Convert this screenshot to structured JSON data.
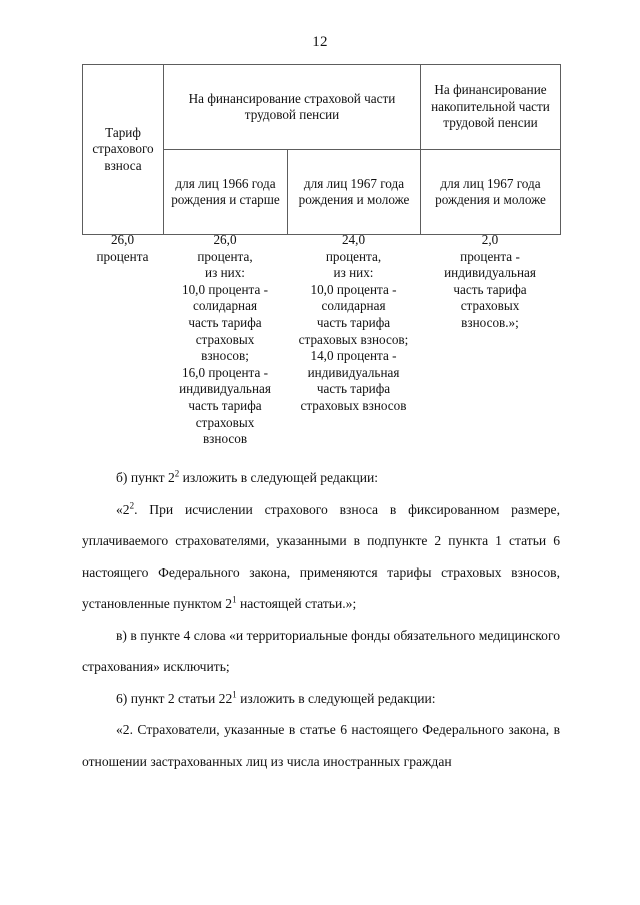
{
  "page": {
    "number": "12"
  },
  "table": {
    "header": {
      "col1": "Тариф\nстрахового\nвзноса",
      "group_strahovaya": "На финансирование\nстраховой части трудовой пенсии",
      "group_nakopitelnaya": "На\nфинансирование\nнакопительной части\nтрудовой пенсии",
      "sub_1966": "для лиц\n1966 года\nрождения и\nстарше",
      "sub_1967_a": "для лиц\n1967 года\nрождения и\nмоложе",
      "sub_1967_b": "для лиц\n1967 года\nрождения и\nмоложе"
    },
    "row": {
      "cell1": "26,0\nпроцента",
      "cell2": "26,0\nпроцента,\nиз них:\n10,0 процента -\nсолидарная\nчасть тарифа\nстраховых\nвзносов;\n16,0 процента -\nиндивидуальная\nчасть тарифа\nстраховых\nвзносов",
      "cell3": "24,0\nпроцента,\nиз них:\n10,0 процента -\nсолидарная\nчасть тарифа\nстраховых взносов;\n14,0 процента -\nиндивидуальная\nчасть тарифа\nстраховых взносов",
      "cell4": "2,0\nпроцента -\nиндивидуальная\nчасть тарифа\nстраховых\nвзносов.»;"
    }
  },
  "paragraphs": {
    "p1_before": "б) пункт 2",
    "p1_sup": "2",
    "p1_after": " изложить в следующей редакции:",
    "p2_before": "«2",
    "p2_sup": "2",
    "p2_mid": ". При исчислении страхового взноса в фиксированном размере, уплачиваемого страхователями, указанными в подпункте 2 пункта 1 статьи 6 настоящего Федерального закона, применяются тарифы страховых взносов, установленные пунктом 2",
    "p2_sup2": "1",
    "p2_after": " настоящей статьи.»;",
    "p3": "в) в пункте 4 слова «и территориальные фонды обязательного медицинского страхования» исключить;",
    "p4_before": "6) пункт 2 статьи 22",
    "p4_sup": "1",
    "p4_after": " изложить в следующей редакции:",
    "p5": "«2. Страхователи, указанные в статье 6 настоящего Федерального закона, в отношении застрахованных лиц из числа иностранных граждан"
  }
}
